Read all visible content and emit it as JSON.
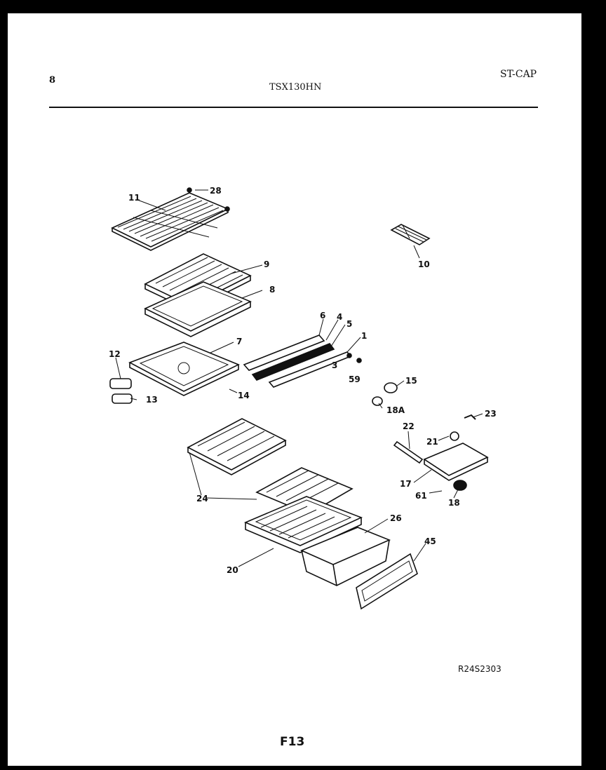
{
  "header": {
    "page_number": "8",
    "model": "TSX130HN",
    "section": "ST-CAP"
  },
  "footer": {
    "diagram_code": "R24S2303",
    "figure_id": "F13"
  },
  "callouts": [
    "28",
    "11",
    "10",
    "9",
    "8",
    "6",
    "4",
    "5",
    "1",
    "7",
    "12",
    "3",
    "59",
    "14",
    "13",
    "15",
    "18A",
    "22",
    "23",
    "21",
    "17",
    "24",
    "61",
    "18",
    "26",
    "20",
    "45"
  ]
}
